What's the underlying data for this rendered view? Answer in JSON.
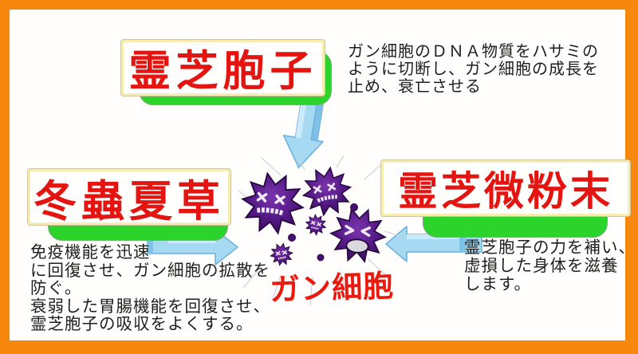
{
  "diagram": {
    "title_theme": "Reishi products acting on cancer cells",
    "nodes": {
      "spore": {
        "label": "霊芝胞子"
      },
      "cordyceps": {
        "label": "冬蟲夏草"
      },
      "powder": {
        "label": "霊芝微粉末"
      },
      "cancer": {
        "label": "ガン細胞"
      }
    },
    "descriptions": {
      "spore_effect": {
        "lines": [
          "ガン細胞のＤＮＡ物質をハサミの",
          "ように切断し、ガン細胞の成長を",
          "止め、衰亡させる"
        ]
      },
      "cordyceps_effect": {
        "lines": [
          "免疫機能を迅速",
          "に回復させ、ガン細胞の拡散を",
          "防ぐ。",
          "衰弱した胃腸機能を回復させ、",
          "霊芝胞子の吸収をよくする。"
        ]
      },
      "powder_effect": {
        "lines": [
          "霊芝胞子の力を補い、",
          "虚損した身体を滋養",
          "します。"
        ]
      }
    },
    "icons": {
      "arrow_down": "arrow-down-icon",
      "arrow_right": "arrow-right-icon",
      "arrow_left": "arrow-left-icon",
      "cancer_cells": "cancer-cell-cluster-icon"
    },
    "colors": {
      "frame_orange": "#F8870D",
      "canvas_white": "#FFFEFC",
      "title_red": "#E41511",
      "shadow_green": "#2BD32B",
      "box_border_yellow": "#F7EDB0",
      "arrow_blue": "#A6D9F2",
      "arrow_blue_edge": "#6FB2DE",
      "cell_purple": "#4A1270",
      "cancer_label_red": "#EA1A0E",
      "body_text": "#1E1E1E"
    }
  }
}
